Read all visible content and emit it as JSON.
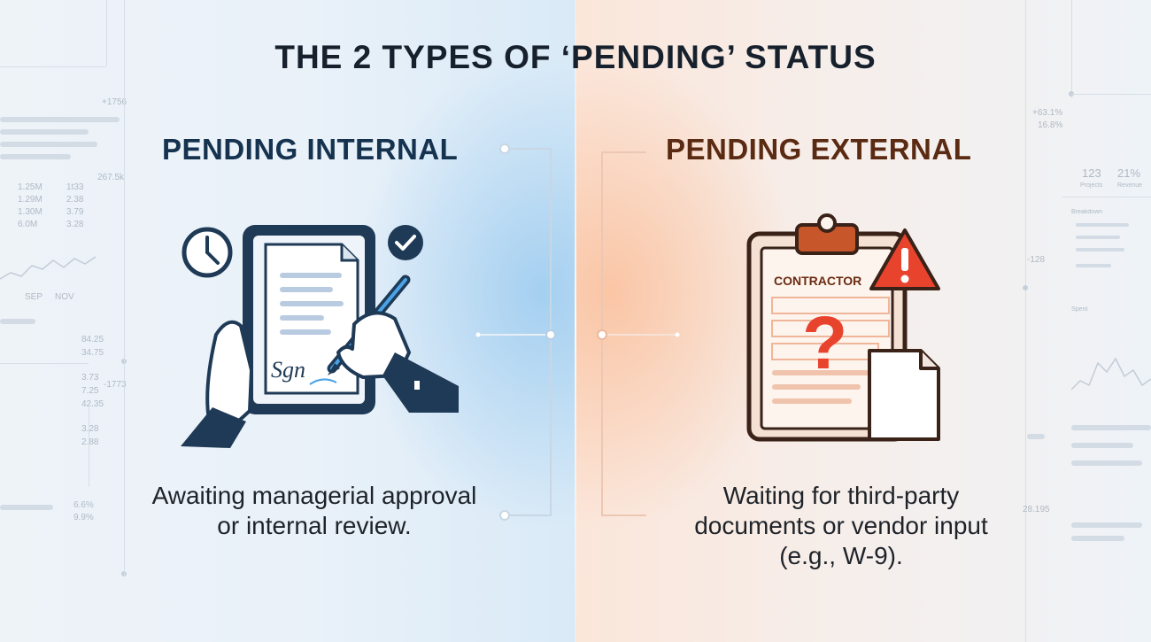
{
  "title": "THE 2 TYPES OF ‘PENDING’ STATUS",
  "internal": {
    "heading": "PENDING INTERNAL",
    "description": "Awaiting managerial approval or internal review.",
    "signature_text": "Sgn",
    "icons": [
      "clock-icon",
      "tablet-document-icon",
      "pen-icon",
      "check-circle-icon"
    ],
    "accent": "#1f3a56"
  },
  "external": {
    "heading": "PENDING EXTERNAL",
    "description": "Waiting for third-party documents or vendor input (e.g., W-9).",
    "clipboard_label": "CONTRACTOR",
    "icons": [
      "clipboard-icon",
      "question-mark-icon",
      "warning-icon",
      "document-icon"
    ],
    "accent": "#e8432d"
  },
  "background_stats": {
    "left": [
      "+1756",
      "267.5k",
      "1.25M",
      "1.29M",
      "1.30M",
      "6.0M",
      "1t33",
      "2.38",
      "3.79",
      "3.28",
      "84.25",
      "34.75",
      "3.73",
      "7.25",
      "42.35",
      "3.28",
      "2.88",
      "-1773",
      "6.6%",
      "9.9%",
      "SEP",
      "NOV"
    ],
    "right": [
      "+63.1%",
      "16.8%",
      "123",
      "21%",
      "Projects",
      "Revenue",
      "Breakdown",
      "-128",
      "Spent",
      "28.195"
    ]
  }
}
